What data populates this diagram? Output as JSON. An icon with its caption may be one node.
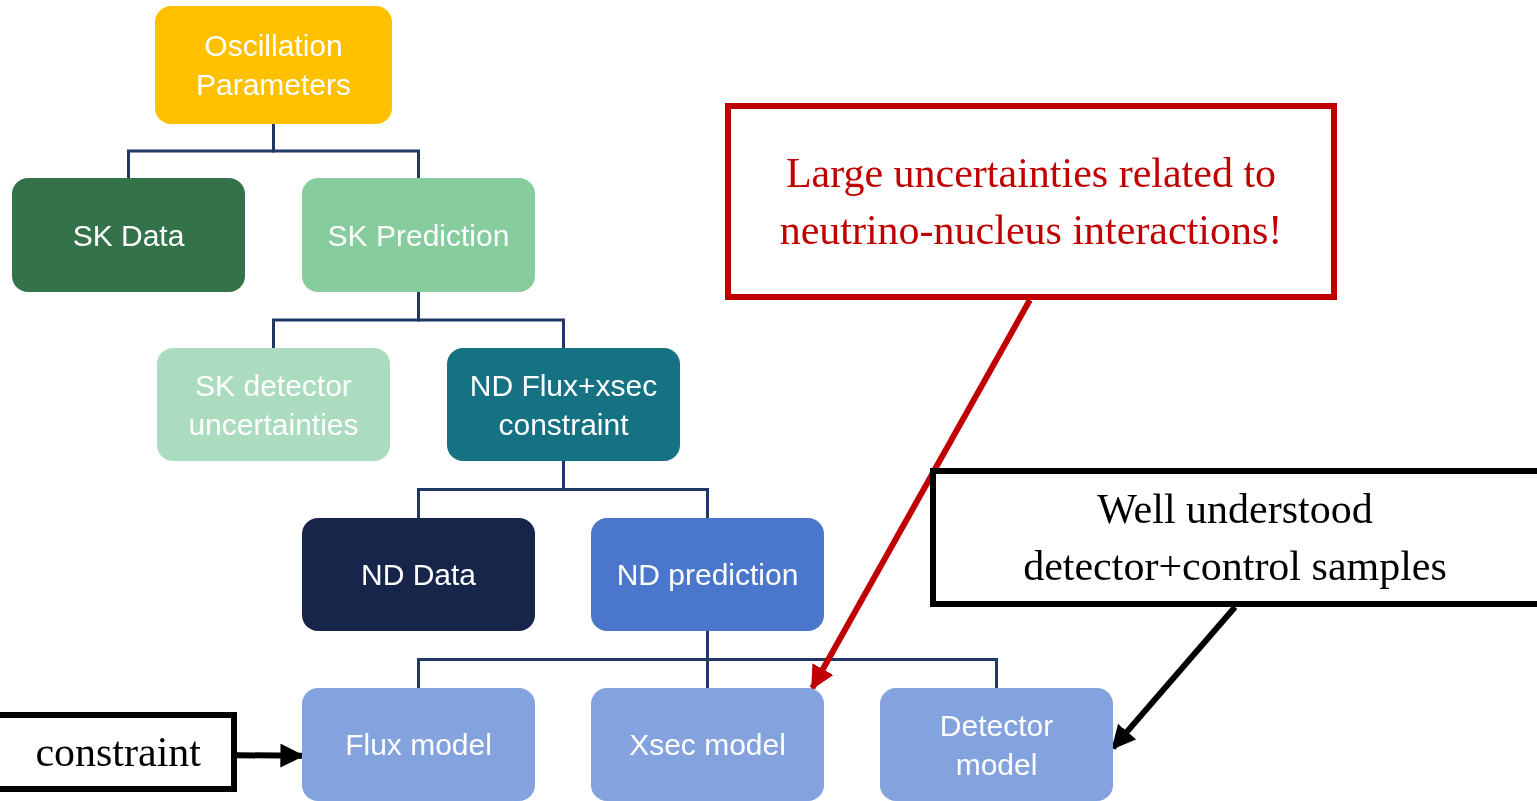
{
  "diagram": {
    "nodes": [
      {
        "text": [
          "Oscillation Parameters"
        ]
      },
      {
        "text": [
          "SK Data"
        ]
      },
      {
        "text": [
          "SK Prediction"
        ]
      },
      {
        "text": [
          "SK detector uncertainties"
        ]
      },
      {
        "text": [
          "ND Flux+xsec constraint"
        ]
      },
      {
        "text": [
          "ND Data"
        ]
      },
      {
        "text": [
          "ND prediction"
        ]
      },
      {
        "text": [
          "Flux model"
        ]
      },
      {
        "text": [
          "Xsec model"
        ]
      },
      {
        "text": [
          "Detector model"
        ]
      },
      {
        "text": [
          "Large uncertainties related to neutrino-nucleus interactions!"
        ]
      },
      {
        "text": [
          "Well understood detector+control samples"
        ]
      },
      {
        "text": [
          "constraint"
        ]
      }
    ],
    "edges": [
      {
        "from": 0,
        "to": 1,
        "arrow": "none"
      },
      {
        "from": 0,
        "to": 2,
        "arrow": "none"
      },
      {
        "from": 2,
        "to": 3,
        "arrow": "none"
      },
      {
        "from": 2,
        "to": 4,
        "arrow": "none"
      },
      {
        "from": 4,
        "to": 5,
        "arrow": "none"
      },
      {
        "from": 4,
        "to": 6,
        "arrow": "none"
      },
      {
        "from": 6,
        "to": 7,
        "arrow": "none"
      },
      {
        "from": 6,
        "to": 8,
        "arrow": "none"
      },
      {
        "from": 6,
        "to": 9,
        "arrow": "none"
      },
      {
        "from": 10,
        "to": 8,
        "arrow": "to",
        "style": "thick",
        "color": "#c00000"
      },
      {
        "from": 11,
        "to": 9,
        "arrow": "to",
        "style": "thick",
        "color": "#000000"
      },
      {
        "from": 12,
        "to": 7,
        "arrow": "to",
        "style": "thick",
        "color": "#000000"
      }
    ]
  }
}
